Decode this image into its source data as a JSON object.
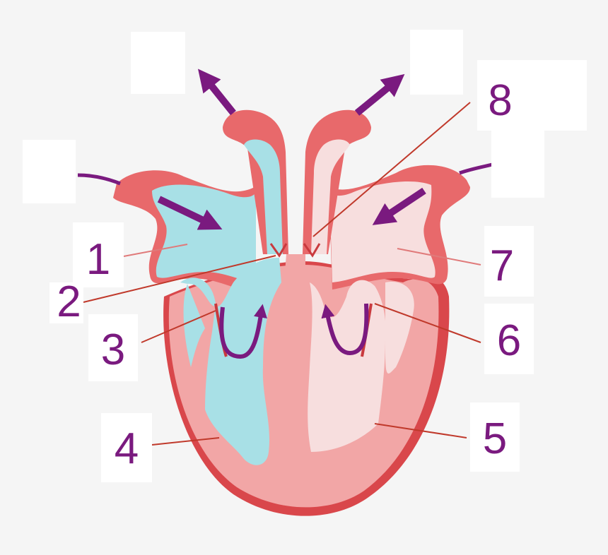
{
  "labels": {
    "l1": "1",
    "l2": "2",
    "l3": "3",
    "l4": "4",
    "l5": "5",
    "l6": "6",
    "l7": "7",
    "l8": "8"
  },
  "colors": {
    "wall": "#e8696b",
    "wall_dark": "#c93a3e",
    "muscle": "#f2a6a6",
    "deoxygenated": "#a8e0e6",
    "oxygenated": "#f7dede",
    "arrow": "#7a1a7f",
    "leader": "#c0392b",
    "label_text": "#7a1a7f"
  }
}
